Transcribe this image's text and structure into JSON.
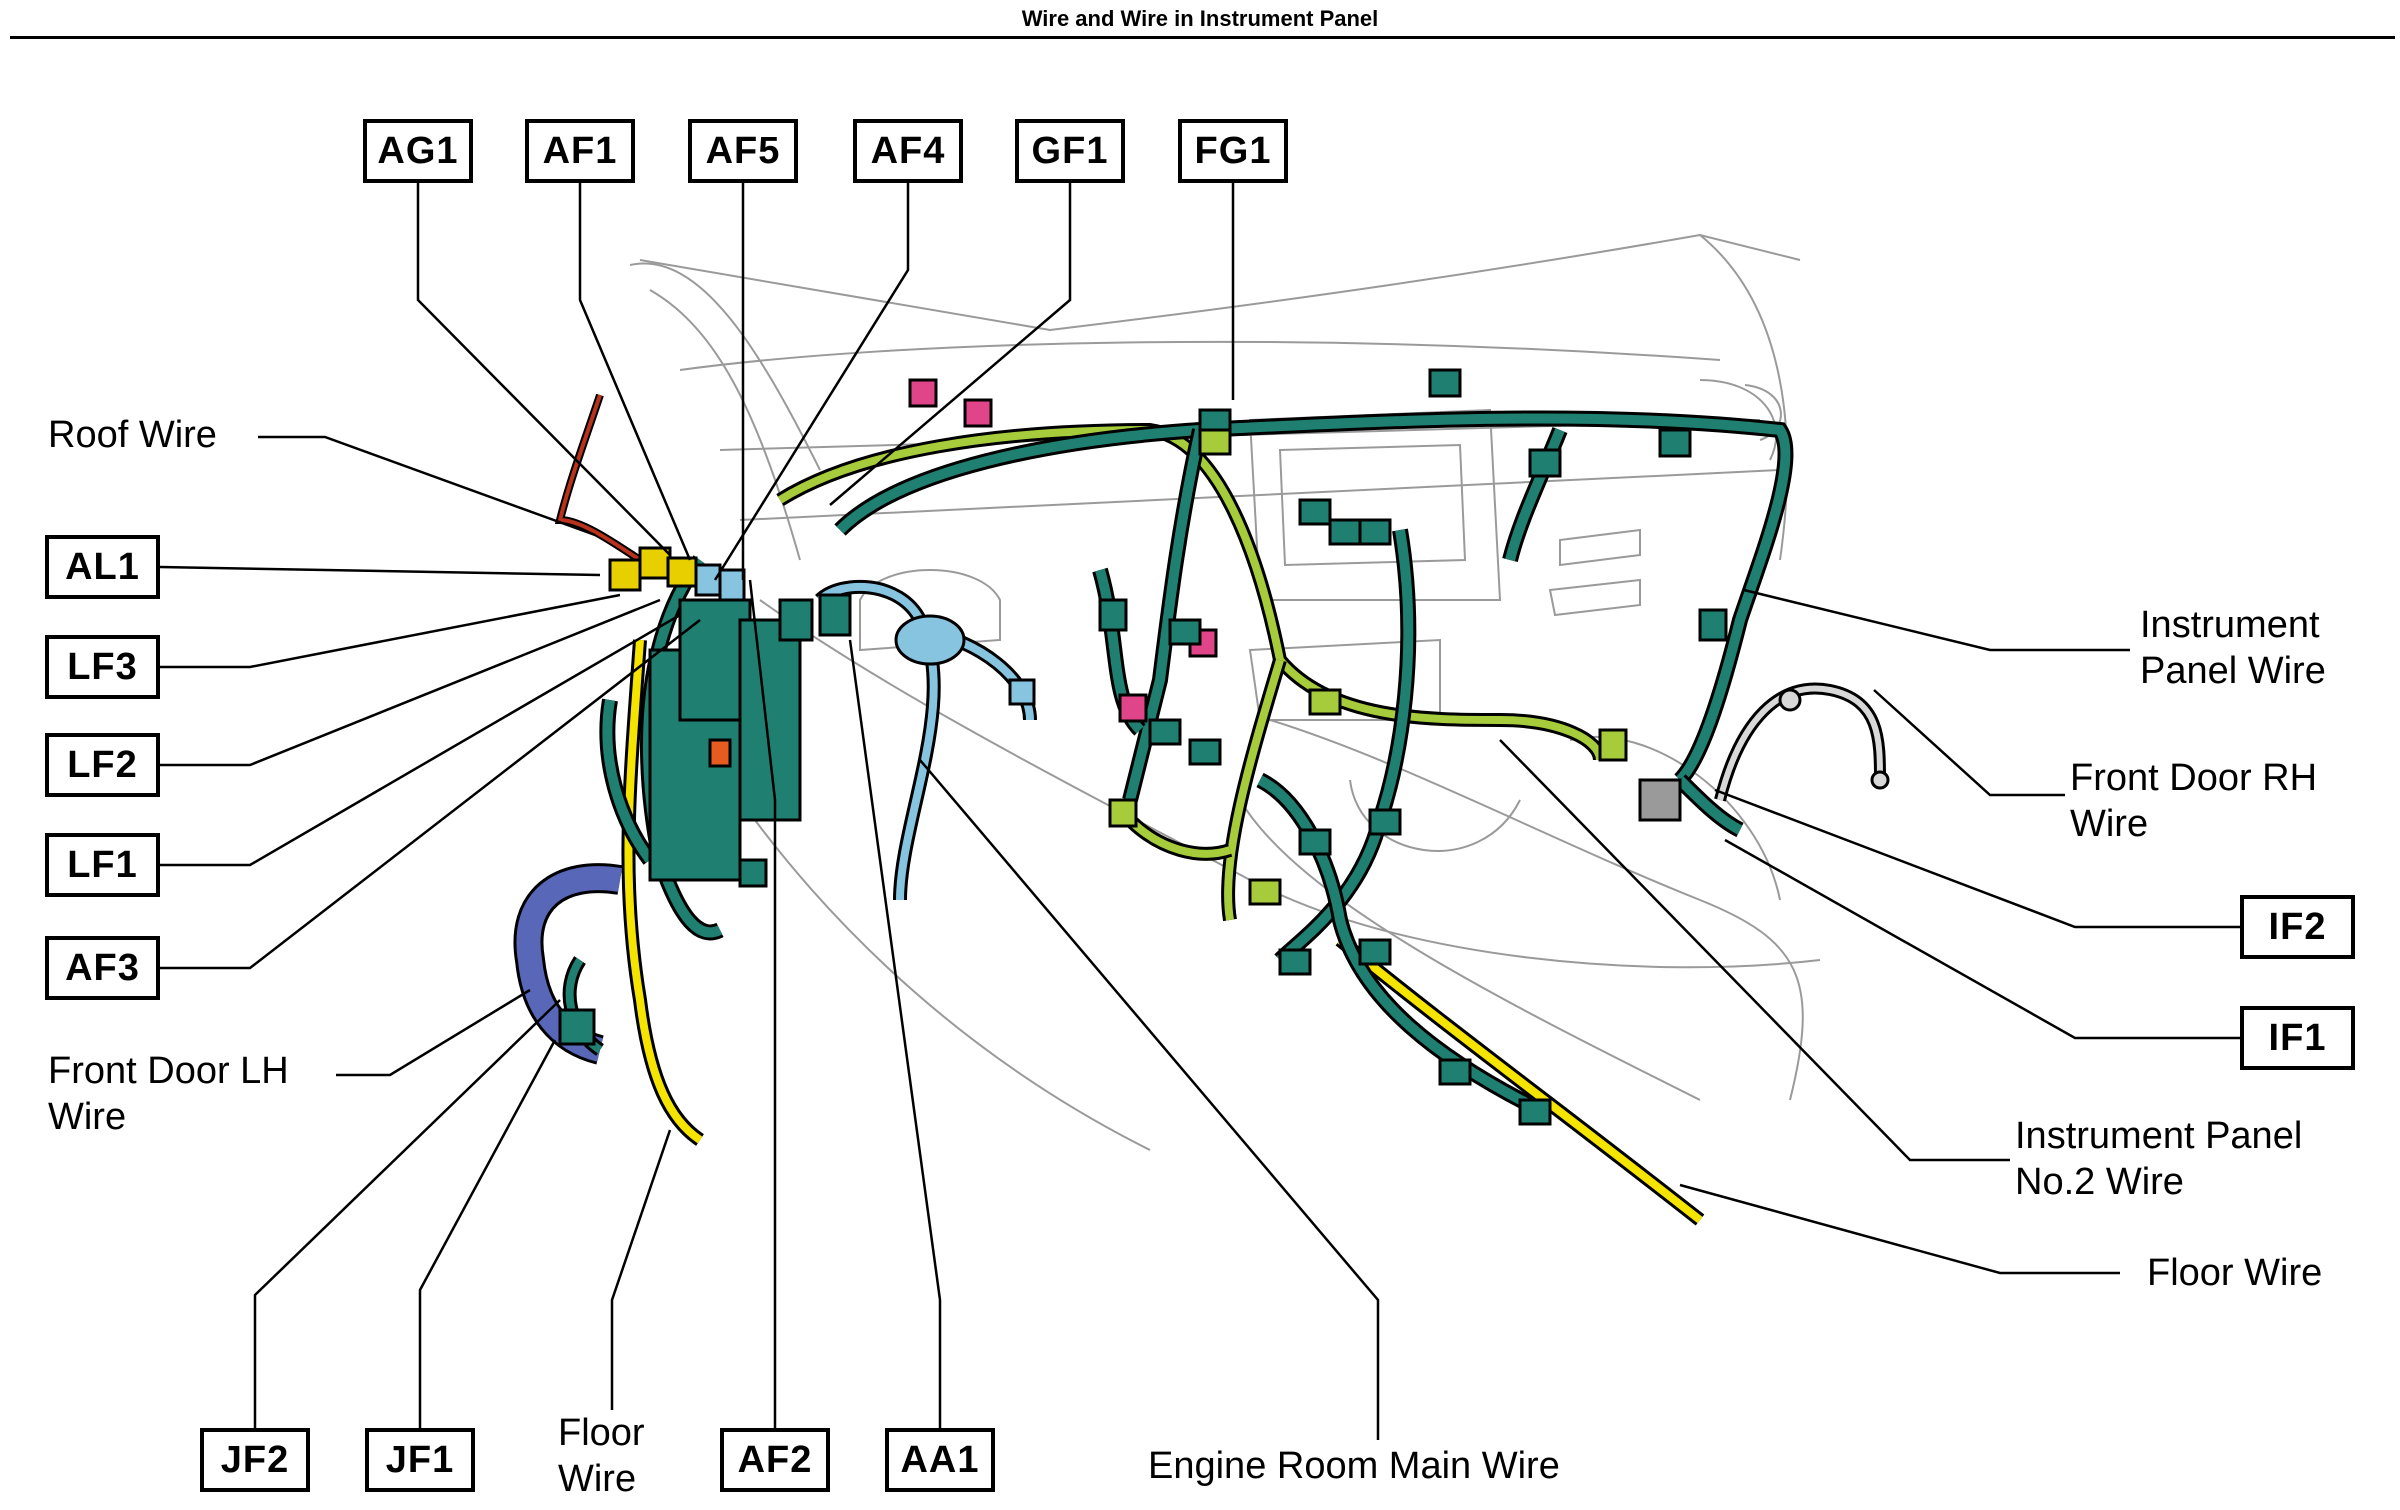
{
  "title": "Wire and Wire in Instrument Panel",
  "colors": {
    "harness_dark": "#1f7f70",
    "harness_light": "#a6cc3c",
    "harness_blue": "#86c4e0",
    "door_lh_harness": "#5867b8",
    "floor_wire": "#f4e400",
    "roof_wire": "#b8321c",
    "connector_pink": "#e0458a",
    "leader": "#000000"
  },
  "connector_codes": {
    "ag1": "AG1",
    "af1": "AF1",
    "af5": "AF5",
    "af4": "AF4",
    "gf1": "GF1",
    "fg1": "FG1",
    "al1": "AL1",
    "lf3": "LF3",
    "lf2": "LF2",
    "lf1": "LF1",
    "af3": "AF3",
    "jf2": "JF2",
    "jf1": "JF1",
    "af2": "AF2",
    "aa1": "AA1",
    "if2": "IF2",
    "if1": "IF1"
  },
  "wire_labels": {
    "roof_wire": "Roof Wire",
    "instrument_panel_wire": "Instrument\nPanel Wire",
    "front_door_rh_wire": "Front Door RH\nWire",
    "front_door_lh_wire": "Front Door LH\nWire",
    "floor_wire_left": "Floor\nWire",
    "engine_room_main_wire": "Engine Room Main Wire",
    "instrument_panel_no2_wire": "Instrument Panel\nNo.2 Wire",
    "floor_wire_right": "Floor Wire"
  }
}
